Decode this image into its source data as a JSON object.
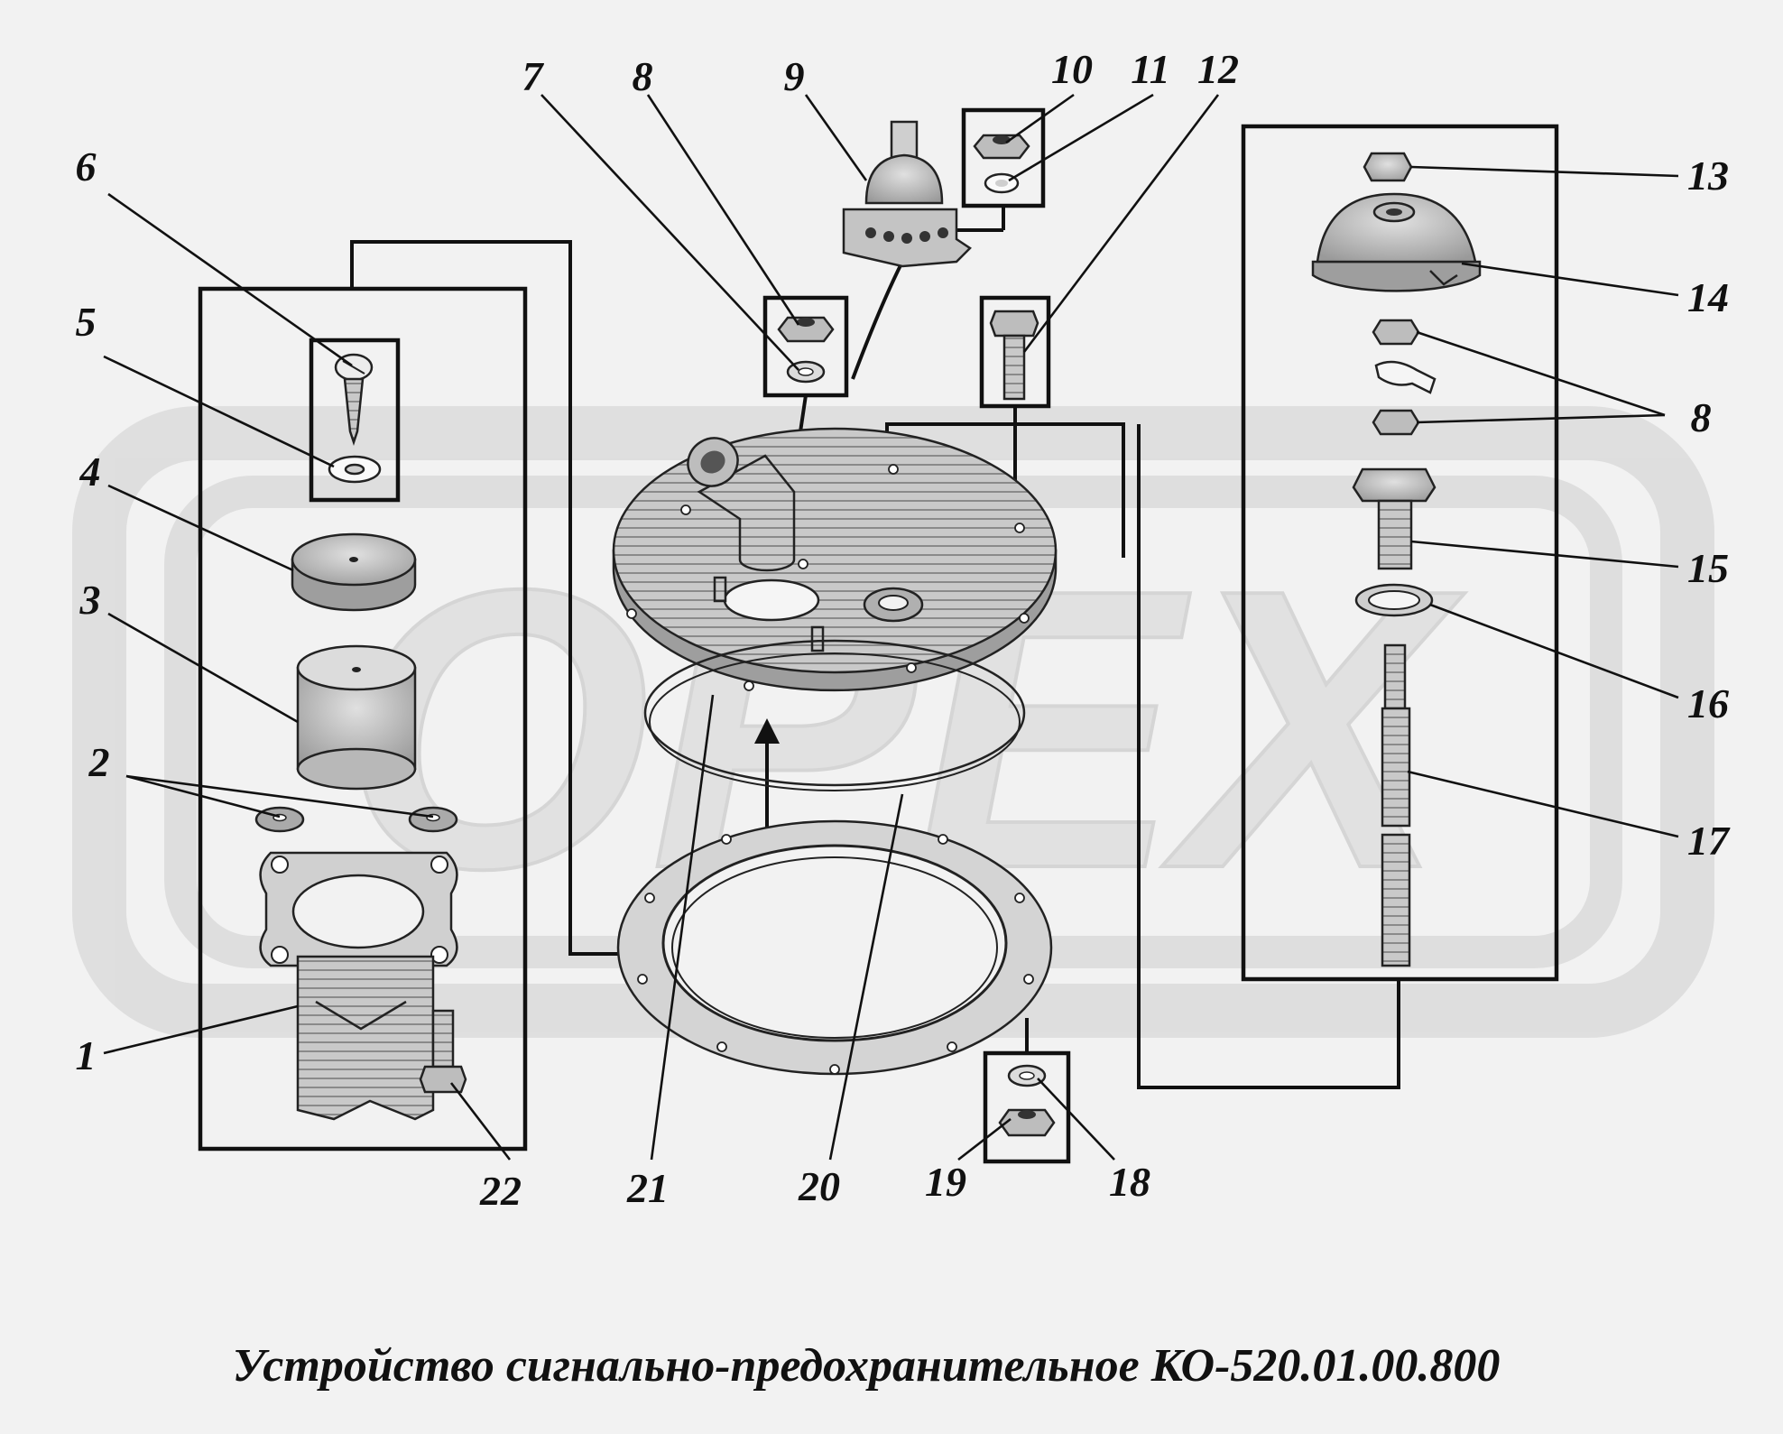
{
  "caption": "Устройство сигнально-предохранительное КО-520.01.00.800",
  "watermark": "OPEX",
  "accent_colors": {
    "line": "#111111",
    "part_fill": "#c8c8c8",
    "watermark": "#cfcfcf",
    "background": "#f2f2f2"
  },
  "callouts": [
    {
      "id": "1",
      "label": "1"
    },
    {
      "id": "2",
      "label": "2"
    },
    {
      "id": "3",
      "label": "3"
    },
    {
      "id": "4",
      "label": "4"
    },
    {
      "id": "5",
      "label": "5"
    },
    {
      "id": "6",
      "label": "6"
    },
    {
      "id": "7",
      "label": "7"
    },
    {
      "id": "8a",
      "label": "8"
    },
    {
      "id": "9",
      "label": "9"
    },
    {
      "id": "10",
      "label": "10"
    },
    {
      "id": "11",
      "label": "11"
    },
    {
      "id": "12",
      "label": "12"
    },
    {
      "id": "13",
      "label": "13"
    },
    {
      "id": "14",
      "label": "14"
    },
    {
      "id": "8b",
      "label": "8"
    },
    {
      "id": "15",
      "label": "15"
    },
    {
      "id": "16",
      "label": "16"
    },
    {
      "id": "17",
      "label": "17"
    },
    {
      "id": "18",
      "label": "18"
    },
    {
      "id": "19",
      "label": "19"
    },
    {
      "id": "20",
      "label": "20"
    },
    {
      "id": "21",
      "label": "21"
    },
    {
      "id": "22",
      "label": "22"
    }
  ]
}
